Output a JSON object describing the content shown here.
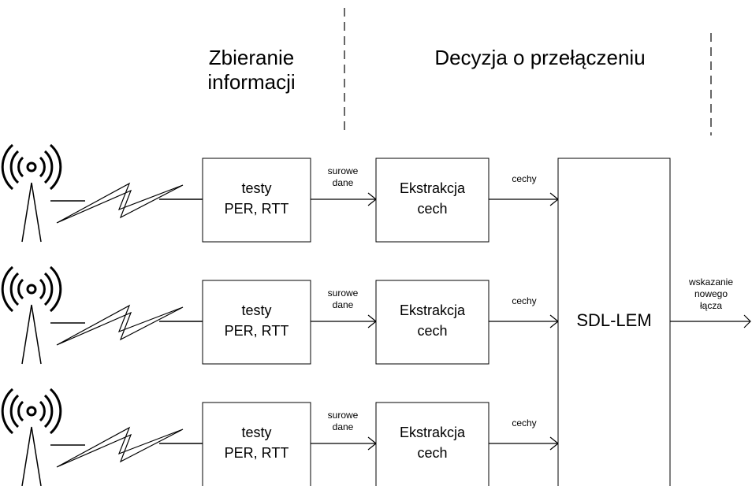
{
  "phases": {
    "collect_line1": "Zbieranie",
    "collect_line2": "informacji",
    "decision": "Decyzja o przełączeniu"
  },
  "rows": [
    {
      "test_line1": "testy",
      "test_line2": "PER, RTT",
      "raw_line1": "surowe",
      "raw_line2": "dane",
      "extract_line1": "Ekstrakcja",
      "extract_line2": "cech",
      "features": "cechy"
    },
    {
      "test_line1": "testy",
      "test_line2": "PER, RTT",
      "raw_line1": "surowe",
      "raw_line2": "dane",
      "extract_line1": "Ekstrakcja",
      "extract_line2": "cech",
      "features": "cechy"
    },
    {
      "test_line1": "testy",
      "test_line2": "PER, RTT",
      "raw_line1": "surowe",
      "raw_line2": "dane",
      "extract_line1": "Ekstrakcja",
      "extract_line2": "cech",
      "features": "cechy"
    }
  ],
  "decision_box": {
    "label": "SDL-LEM"
  },
  "output": {
    "line1": "wskazanie",
    "line2": "nowego",
    "line3": "łącza"
  },
  "icons": {
    "antenna": "radio-tower-icon",
    "wireless": "lightning-link-icon"
  }
}
